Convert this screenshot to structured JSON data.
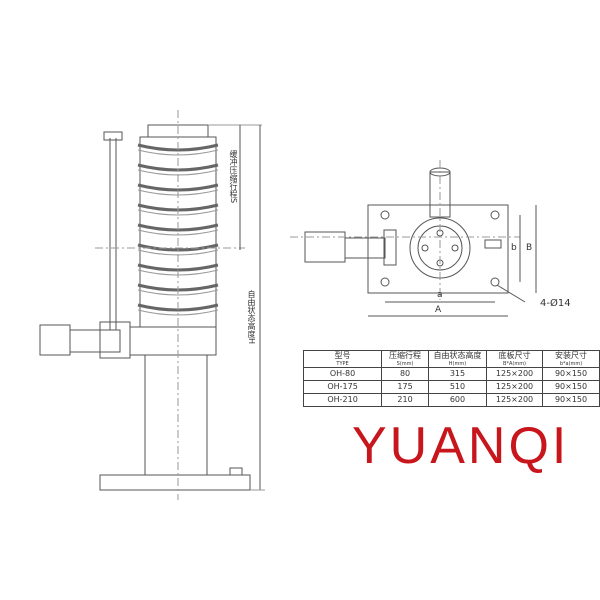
{
  "labels": {
    "stroke_s": "缓冲压缩行程S",
    "height_h": "自由状态高度H",
    "a": "a",
    "A": "A",
    "b": "b",
    "B": "B",
    "holes": "4-Ø14"
  },
  "table": {
    "headers": [
      {
        "cn": "型号",
        "en": "TYPE"
      },
      {
        "cn": "压缩行程",
        "en": "S(mm)"
      },
      {
        "cn": "自由状态高度",
        "en": "H(mm)"
      },
      {
        "cn": "底板尺寸",
        "en": "B*A(mm)"
      },
      {
        "cn": "安装尺寸",
        "en": "b*a(mm)"
      }
    ],
    "rows": [
      [
        "OH-80",
        "80",
        "315",
        "125×200",
        "90×150"
      ],
      [
        "OH-175",
        "175",
        "510",
        "125×200",
        "90×150"
      ],
      [
        "OH-210",
        "210",
        "600",
        "125×200",
        "90×150"
      ]
    ]
  },
  "watermark": "YUANQI",
  "colors": {
    "watermark": "#c8161d",
    "line": "#444444"
  }
}
